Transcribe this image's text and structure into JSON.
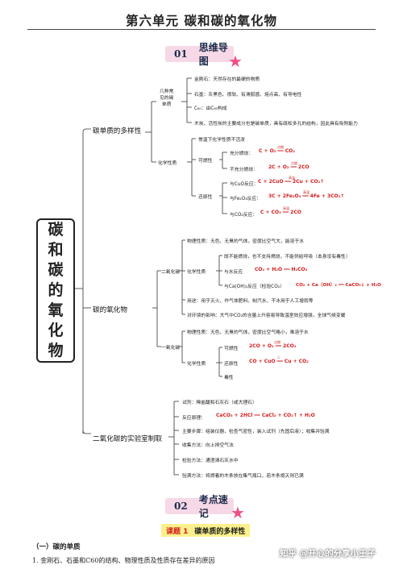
{
  "page": {
    "title": "第六单元    碳和碳的氧化物",
    "banner1": {
      "num": "01",
      "label": "思维导图"
    },
    "banner2": {
      "num": "02",
      "label": "考点速记"
    },
    "subtopic": {
      "num": "课题 1",
      "label": "碳单质的多样性"
    },
    "section1": "（一）碳的单质",
    "line1": "1. 金刚石、石墨和C60的结构、物理性质及性质存在差异的原因",
    "watermark": "知乎 @开心的分享小王子"
  },
  "mindmap": {
    "root": [
      "碳",
      "和",
      "碳",
      "的",
      "氧",
      "化",
      "物"
    ],
    "branch1": {
      "label": "碳单质的多样性",
      "group1": "几种常见的碳单质",
      "group1_lines": [
        "几种常",
        "见的碳",
        "单质"
      ],
      "items": [
        "金刚石：天然存在的最硬的物质",
        "石墨：灰黑色、很软、有滑腻感、熔点高、有导电性",
        "C₆₀：由C₆₀构成",
        "木炭、活性炭的主要成分也是碳单质，具有疏松多孔的结构，因此具有吸附能力"
      ],
      "chem": "化学性质",
      "chem_stable": "常温下化学性质不活泼",
      "flammable": "可燃性",
      "full_burn": "充分燃烧：",
      "full_burn_eq": "C + O₂ ══ CO₂",
      "partial_burn": "不充分燃烧：",
      "partial_burn_eq": "2C + O₂ ══ 2CO",
      "ignite": "点燃",
      "reducing": "还原性",
      "r1": "与CuO反应：",
      "r1_eq": "C + 2CuO ══ 2Cu + CO₂↑",
      "r2": "与Fe₂O₃反应：",
      "r2_eq": "3C + 2Fe₂O₃ ══ 4Fe + 3CO₂↑",
      "r3": "与CO₂反应：",
      "r3_eq": "C + CO₂ ══ 2CO",
      "high_temp": "高温"
    },
    "branch2": {
      "label": "碳的氧化物",
      "co2": "二氧化碳",
      "co2_phys": "物理性质：无色、无臭的气体，密度比空气大，能溶于水",
      "co2_chem": "化学性质",
      "co2_c1": "既不能燃烧，也不支持燃烧，不能供给呼吸（本身没有毒性）",
      "co2_c2": "与水反应",
      "co2_c2_eq": "CO₂ + H₂O ══ H₂CO₃",
      "co2_c3": "与Ca(OH)₂反应（检验CO₂）",
      "co2_c3_eq": "CO₂ + Ca（OH）₂ ══ CaCO₃↓ + H₂O",
      "co2_use": "用途：用于灭火、作气体肥料、制汽水、干冰用于人工增雨等",
      "co2_env": "对环境的影响：大气中CO₂的含量上升容易导致温室效应增强，全球气候变暖",
      "co": "一氧化碳",
      "co_phys": "物理性质：无色、无臭的气体，密度比空气略小，难溶于水",
      "co_chem": "化学性质",
      "co_c1": "可燃性",
      "co_c1_eq": "2CO + O₂ ══ 2CO₂",
      "co_c2": "还原性",
      "co_c2_eq": "CO + CuO ══ Cu + CO₂",
      "co_c3": "毒性",
      "ignite": "点燃",
      "heat": "△"
    },
    "branch3": {
      "label": "二氧化碳的实验室制取",
      "items": [
        "试剂：稀盐酸和石灰石（或大理石）",
        "反应原理：",
        "主要步骤：组装仪器，检查气密性，装入试剂（先固后液）；收集并验满",
        "收集方法：向上排空气法",
        "检验方法：通澄清石灰水中",
        "验满方法：将燃着的木条放在集气瓶口，若木条熄灭则已满"
      ],
      "eq": "CaCO₃ + 2HCl ══ CaCl₂ + CO₂↑ + H₂O"
    }
  },
  "colors": {
    "accent_pink": "#f7d8e6",
    "star": "#f04f86",
    "equation_red": "#d41d1d",
    "subtopic_yellow": "#fbf08c"
  }
}
